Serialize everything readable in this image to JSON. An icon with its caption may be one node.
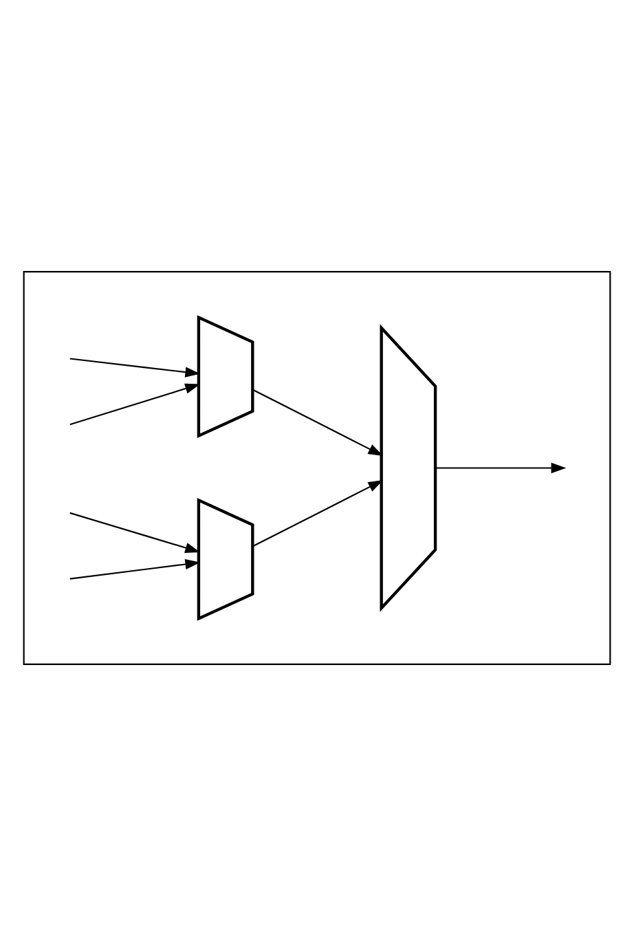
{
  "diagram": {
    "nodes": [
      {
        "text": [],
        "shape": "box"
      },
      {
        "text": [],
        "shape": "trapezoid",
        "in": 0
      },
      {
        "text": [],
        "shape": "trapezoid",
        "in": 0
      },
      {
        "text": [],
        "shape": "trapezoid",
        "in": 0
      }
    ],
    "edges": [
      {
        "from": null,
        "to": 1,
        "arrow": "to"
      },
      {
        "from": null,
        "to": 1,
        "arrow": "to"
      },
      {
        "from": null,
        "to": 2,
        "arrow": "to"
      },
      {
        "from": null,
        "to": 2,
        "arrow": "to"
      },
      {
        "from": 1,
        "to": 3,
        "arrow": "to"
      },
      {
        "from": 2,
        "to": 3,
        "arrow": "to"
      },
      {
        "from": 3,
        "to": null,
        "arrow": "to"
      }
    ]
  }
}
